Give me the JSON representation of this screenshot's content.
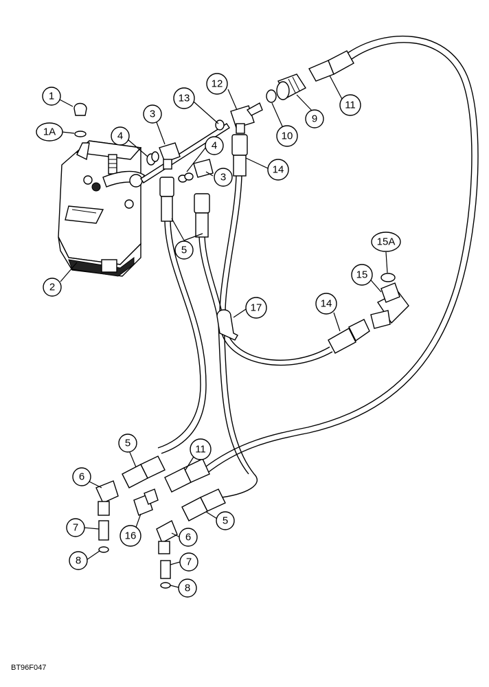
{
  "drawing_code": "BT96F047",
  "callouts": {
    "c1": "1",
    "c1a": "1A",
    "c2": "2",
    "c3a": "3",
    "c3b": "3",
    "c4a": "4",
    "c4b": "4",
    "c5a": "5",
    "c5b": "5",
    "c5c": "5",
    "c6a": "6",
    "c6b": "6",
    "c7a": "7",
    "c7b": "7",
    "c8a": "8",
    "c8b": "8",
    "c9": "9",
    "c10": "10",
    "c11a": "11",
    "c11b": "11",
    "c12": "12",
    "c13": "13",
    "c14a": "14",
    "c14b": "14",
    "c15": "15",
    "c15a": "15A",
    "c16": "16",
    "c17": "17"
  }
}
